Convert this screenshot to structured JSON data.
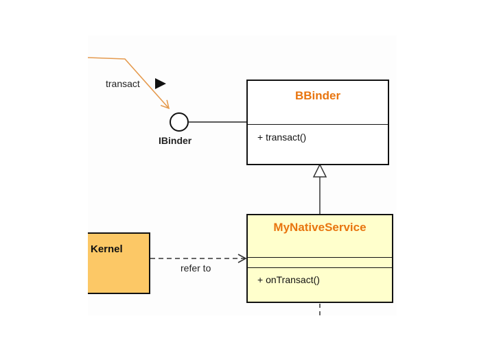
{
  "classes": {
    "bbinder": {
      "name": "BBinder",
      "operation": "+ transact()"
    },
    "my_native_service": {
      "name": "MyNativeService",
      "operation": "+ onTransact()"
    },
    "kernel": {
      "name": "Kernel"
    }
  },
  "interface": {
    "name": "IBinder"
  },
  "labels": {
    "transact": "transact",
    "refer_to": "refer to"
  },
  "colors": {
    "orange_text": "#e8750f",
    "orange_line": "#e59a4e",
    "kernel_fill": "#fcc866",
    "service_fill": "#ffffcc"
  }
}
